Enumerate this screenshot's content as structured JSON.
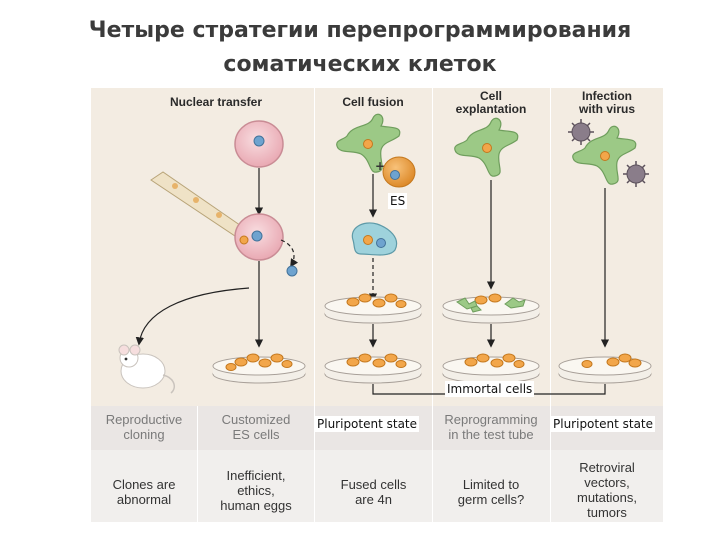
{
  "title": {
    "line1": "Четыре стратегии перепрограммирования",
    "line2": "соматических клеток"
  },
  "columns": [
    {
      "header": "Nuclear  transfer"
    },
    {
      "header": "Cell fusion"
    },
    {
      "header": "Cell\nexplantation"
    },
    {
      "header": "Infection\nwith virus"
    }
  ],
  "labels": {
    "es": "ES",
    "immortal": "Immortal cells"
  },
  "outcome_row": {
    "reproductive_cloning": "Reproductive\ncloning",
    "customized_es": "Customized\nES cells",
    "pluripotent_state_1": "Pluripotent state",
    "reprogramming": "Reprogramming\nin the test tube",
    "pluripotent_state_2": "Pluripotent state"
  },
  "problems_row": {
    "clones": "Clones are\nabnormal",
    "inefficient": "Inefficient,\nethics,\nhuman eggs",
    "fused": "Fused cells\nare 4n",
    "limited": "Limited to\ngerm cells?",
    "retroviral": "Retroviral\nvectors,\nmutations,\ntumors"
  },
  "colors": {
    "column_bg": "#f3ece2",
    "row_bg": "#eae6e4",
    "egg": "#f2c6cc",
    "somatic_cell": "#9cc986",
    "es_cell": "#f2a64a",
    "hybrid_cell": "#9ed2dc",
    "nucleus": "#6ea3cf",
    "virus": "#8a7d8a"
  }
}
